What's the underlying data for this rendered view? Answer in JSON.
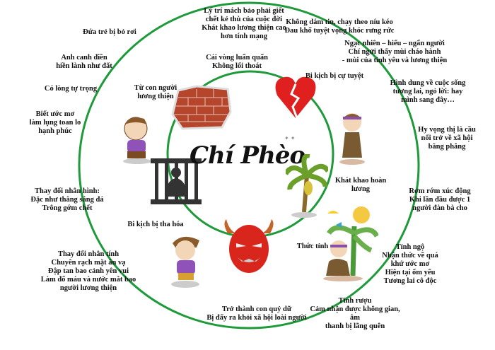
{
  "title": "Chí Phèo",
  "colors": {
    "ring": "#1f9a3a",
    "heart": "#e0201e",
    "brick": "#b5462c",
    "devil": "#d8261c"
  },
  "labels": {
    "dua_tre": "Đứa trẻ bị bỏ rơi",
    "anh_canh_dien": "Anh canh điền\nhiền lành như đất",
    "long_tu_trong": "Có lòng tự trọng",
    "biet_uoc_mo": "Biết ước mơ\nlàm lụng toan lo\nhạnh phúc",
    "ly_tri": "Lý trí mách bảo phải giết\nchết kẻ thù của cuộc đời\nKhát khao lương thiện cao\nhơn tính mạng",
    "vong_luan_quan": "Cái vòng luẩn quẩn\nKhông lối thoát",
    "tu_con_nguoi": "Từ con người\nlương thiện",
    "khong_dam_tin": "Không dám tin, chạy theo níu kéo\nĐau khổ tuyệt vọng khóc rưng rức",
    "ngac_nhien": "Ngạc nhiên – hiểu – ngẩn người\nChí ngửi thấy mùi cháo hành\n- mùi của tình yêu và lương thiện",
    "bi_kich_cu_tuyet": "Bi kịch bị cự tuyệt",
    "hinh_dung": "Hình dung về cuộc sống\ntương lai, ngỏ lời: hay\nmình sang đây…",
    "hy_vong": "Hy vọng thị là cầu\nnối trở về xã hội\nbằng phẳng",
    "khat_khao_hoan_luong": "Khát khao hoàn\nlương",
    "rom_rom": "Rơm rớm xúc động\nKhi lần đầu được 1\nngười đàn bà cho",
    "thay_doi_nhan_hinh": "Thay đổi nhân hình:\nĐặc như thằng sắng đá\nTrông gớm chết",
    "bi_kich_tha_hoa": "Bi kịch bị tha hóa",
    "thay_doi_nhan_tinh": "Thay đổi nhân tính\nChuyên rạch mặt ăn vạ\nĐập tan bao cảnh yên vui\nLàm đổ máu và nước mắt bao\nngười lương thiện",
    "thuc_tinh": "Thức tỉnh",
    "tinh_ngo": "Tỉnh ngộ\nNhận thức về quá\nkhứ ước mơ\nHiện tại ốm yếu\nTương lai cô độc",
    "tinh_ruou": "Tỉnh rượu\nCảm nhận được không gian, âm\nthanh bị lãng quên",
    "tro_thanh_quy": "Trở thành con quỷ dữ\nBị đẩy ra khỏi xã hội loài người"
  }
}
